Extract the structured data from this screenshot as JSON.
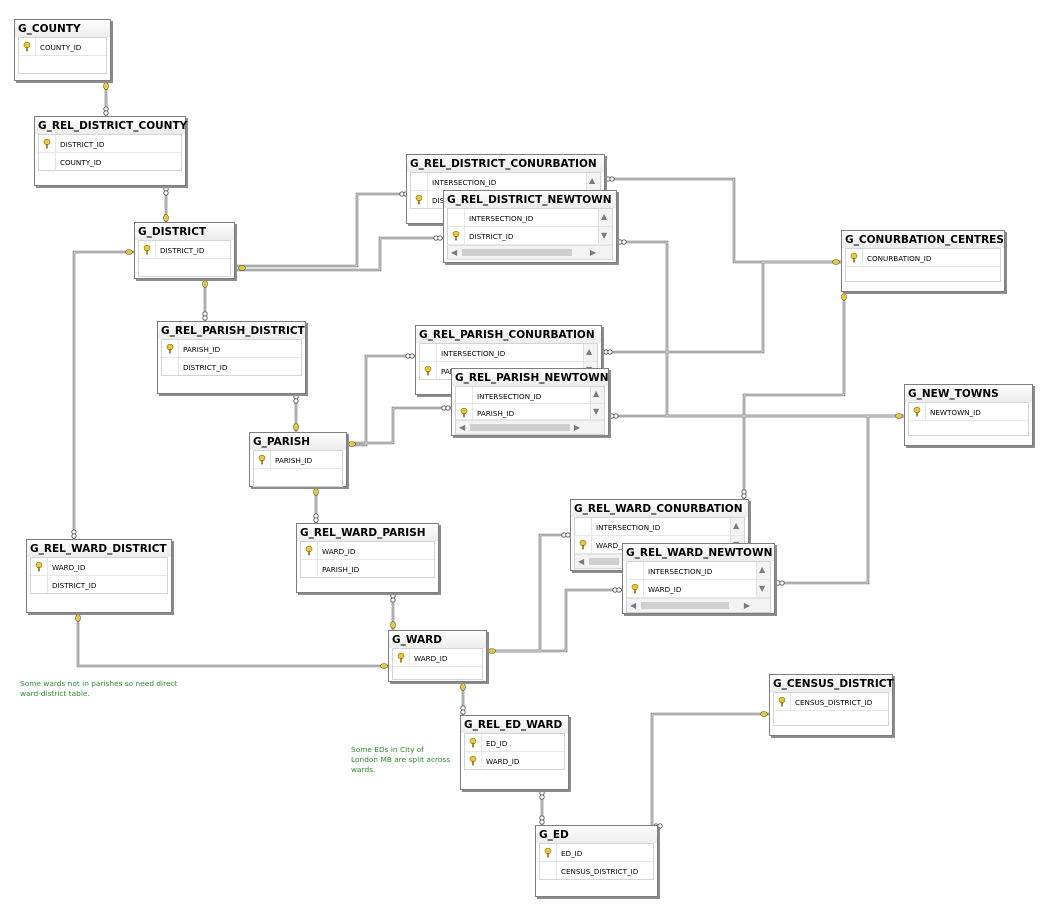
{
  "tables": {
    "county": {
      "title": "G_COUNTY",
      "cols": [
        "COUNTY_ID"
      ]
    },
    "rel_district_county": {
      "title": "G_REL_DISTRICT_COUNTY",
      "cols": [
        "DISTRICT_ID",
        "COUNTY_ID"
      ]
    },
    "district": {
      "title": "G_DISTRICT",
      "cols": [
        "DISTRICT_ID"
      ]
    },
    "rel_parish_district": {
      "title": "G_REL_PARISH_DISTRICT",
      "cols": [
        "PARISH_ID",
        "DISTRICT_ID"
      ]
    },
    "parish": {
      "title": "G_PARISH",
      "cols": [
        "PARISH_ID"
      ]
    },
    "rel_ward_parish": {
      "title": "G_REL_WARD_PARISH",
      "cols": [
        "WARD_ID",
        "PARISH_ID"
      ]
    },
    "rel_ward_district": {
      "title": "G_REL_WARD_DISTRICT",
      "cols": [
        "WARD_ID",
        "DISTRICT_ID"
      ]
    },
    "ward": {
      "title": "G_WARD",
      "cols": [
        "WARD_ID"
      ]
    },
    "rel_ed_ward": {
      "title": "G_REL_ED_WARD",
      "cols": [
        "ED_ID",
        "WARD_ID"
      ]
    },
    "ed": {
      "title": "G_ED",
      "cols": [
        "ED_ID",
        "CENSUS_DISTRICT_ID"
      ]
    },
    "census_district": {
      "title": "G_CENSUS_DISTRICT",
      "cols": [
        "CENSUS_DISTRICT_ID"
      ]
    },
    "rel_district_conurbation": {
      "title": "G_REL_DISTRICT_CONURBATION",
      "cols": [
        "INTERSECTION_ID",
        "DIS"
      ]
    },
    "rel_district_newtown": {
      "title": "G_REL_DISTRICT_NEWTOWN",
      "cols": [
        "INTERSECTION_ID",
        "DISTRICT_ID"
      ]
    },
    "conurbation_centres": {
      "title": "G_CONURBATION_CENTRES",
      "cols": [
        "CONURBATION_ID"
      ]
    },
    "rel_parish_conurbation": {
      "title": "G_REL_PARISH_CONURBATION",
      "cols": [
        "INTERSECTION_ID",
        "PARI"
      ]
    },
    "rel_parish_newtown": {
      "title": "G_REL_PARISH_NEWTOWN",
      "cols": [
        "INTERSECTION_ID",
        "PARISH_ID"
      ]
    },
    "new_towns": {
      "title": "G_NEW_TOWNS",
      "cols": [
        "NEWTOWN_ID"
      ]
    },
    "rel_ward_conurbation": {
      "title": "G_REL_WARD_CONURBATION",
      "cols": [
        "INTERSECTION_ID",
        "WARD_"
      ]
    },
    "rel_ward_newtown": {
      "title": "G_REL_WARD_NEWTOWN",
      "cols": [
        "INTERSECTION_ID",
        "WARD_ID"
      ]
    }
  },
  "notes": {
    "ward_note_1": "Some wards not in parishes so need direct",
    "ward_note_2": "ward-district table.",
    "ed_note_1": "Some EDs in City of",
    "ed_note_2": "London MB are split across",
    "ed_note_3": "wards."
  },
  "colors": {
    "key": "#e8c93a",
    "note": "#2e8b2e",
    "line": "#6e6e6e"
  }
}
